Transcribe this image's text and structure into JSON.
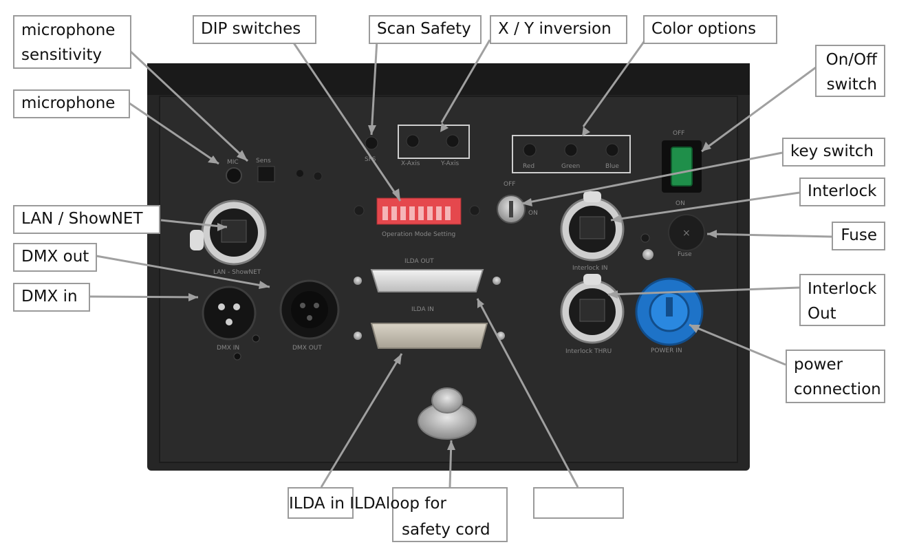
{
  "colors": {
    "panel": "#262626",
    "panel_edge": "#1a1a1a",
    "dip": "#e5484d",
    "onoff": "#1f8f4a",
    "power": "#1e73c8",
    "callout_border": "#9a9a9a",
    "arrow": "#a0a0a0"
  },
  "callouts": {
    "mic_sensitivity": [
      "microphone",
      "sensitivity"
    ],
    "dip_switches": "DIP switches",
    "scan_safety": "Scan Safety",
    "xy_inversion": "X / Y inversion",
    "color_options": "Color options",
    "on_off_switch": [
      "On/",
      "Off",
      "switch"
    ],
    "microphone": "microphone",
    "key_switch": "key switch",
    "interlock": "Interlock",
    "lan_shownet": "LAN / ShowNET",
    "fuse": "Fuse",
    "dmx_out": "DMX out",
    "interlock_out": [
      "Interlock",
      "Out"
    ],
    "dmx_in": "DMX in",
    "power_connection": [
      "power",
      "connection"
    ],
    "ilda_in_loop": "ILDA in ILDAloop for",
    "safety_cord": "safety cord",
    "empty": ""
  },
  "panel_markings": {
    "mic": "MIC",
    "sens": "Sens",
    "sfs": "SFS",
    "x_axis": "X-Axis",
    "y_axis": "Y-Axis",
    "red": "Red",
    "green": "Green",
    "blue": "Blue",
    "off": "OFF",
    "on": "ON",
    "off_key": "OFF",
    "on_key": "ON",
    "op_mode": "Operation Mode Setting",
    "ilda_out": "ILDA OUT",
    "ilda_in": "ILDA IN",
    "lan_shownet": "LAN - ShowNET",
    "interlock_in": "Interlock IN",
    "interlock_thru": "Interlock THRU",
    "fuse": "Fuse",
    "dmx_in": "DMX IN",
    "dmx_out": "DMX OUT",
    "power_in": "POWER IN"
  }
}
